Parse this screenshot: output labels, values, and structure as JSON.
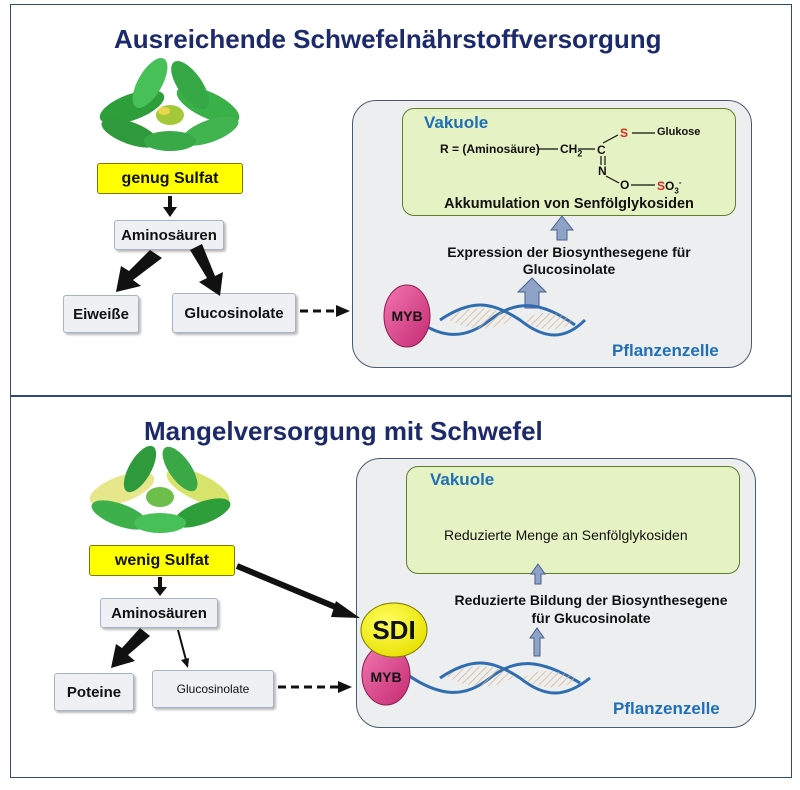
{
  "top": {
    "title": "Ausreichende Schwefelnährstoffversorgung",
    "sulfate_label": "genug Sulfat",
    "amino_label": "Aminosäuren",
    "protein_label": "Eiweiße",
    "glucosinolate_label": "Glucosinolate",
    "vacuole_label": "Vakuole",
    "chem": {
      "r_label": "R = (Aminosäure)",
      "ch2": "CH",
      "ch2_sub": "2",
      "c": "C",
      "n": "N",
      "o": "O",
      "s_top": "S",
      "s_bottom": "S",
      "so3_tail": "O",
      "so3_sub": "3",
      "so3_sup": "-",
      "glukose": "Glukose"
    },
    "accumulation_text": "Akkumulation von Senfölglykosiden",
    "expression_line1": "Expression der Biosynthesegene für",
    "expression_line2": "Glucosinolate",
    "myb_label": "MYB",
    "cell_label": "Pflanzenzelle"
  },
  "bottom": {
    "title": "Mangelversorgung mit Schwefel",
    "sulfate_label": "wenig Sulfat",
    "amino_label": "Aminosäuren",
    "protein_label": "Poteine",
    "glucosinolate_label": "Glucosinolate",
    "vacuole_label": "Vakuole",
    "reduced_text": "Reduzierte Menge an Senfölglykosiden",
    "reduced_line1": "Reduzierte Bildung der Biosynthesegene",
    "reduced_line2": "für Gkucosinolate",
    "sdi_label": "SDI",
    "myb_label": "MYB",
    "cell_label": "Pflanzenzelle"
  },
  "colors": {
    "title": "#1c2a6b",
    "sulfate_box": "#ffff00",
    "vacuole": "#e5f3c4",
    "cell": "#eceef0",
    "myb": "#e0408a",
    "sdi": "#ffff00",
    "blue_label": "#1f6fb8"
  }
}
